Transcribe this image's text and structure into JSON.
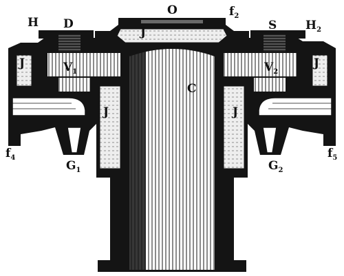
{
  "figure": {
    "colors": {
      "ink": "#141414",
      "paper": "#ffffff",
      "liquid_fill": "#eeeeee",
      "liquid_dots": "#777777",
      "column_highlight": "#f4f4f4"
    },
    "labels": {
      "O": "O",
      "f2": {
        "base": "f",
        "sub": "2"
      },
      "H": "H",
      "D": "D",
      "J_top": "J",
      "S": "S",
      "H2": {
        "base": "H",
        "sub": "2"
      },
      "J_left_outer": "J",
      "V1": {
        "base": "V",
        "sub": "1"
      },
      "C": "C",
      "V2": {
        "base": "V",
        "sub": "2"
      },
      "J_right_outer": "J",
      "J_left_inner": "J",
      "J_right_inner": "J",
      "f4": {
        "base": "f",
        "sub": "4"
      },
      "G1": {
        "base": "G",
        "sub": "1"
      },
      "G2": {
        "base": "G",
        "sub": "2"
      },
      "f5": {
        "base": "f",
        "sub": "5"
      }
    }
  }
}
